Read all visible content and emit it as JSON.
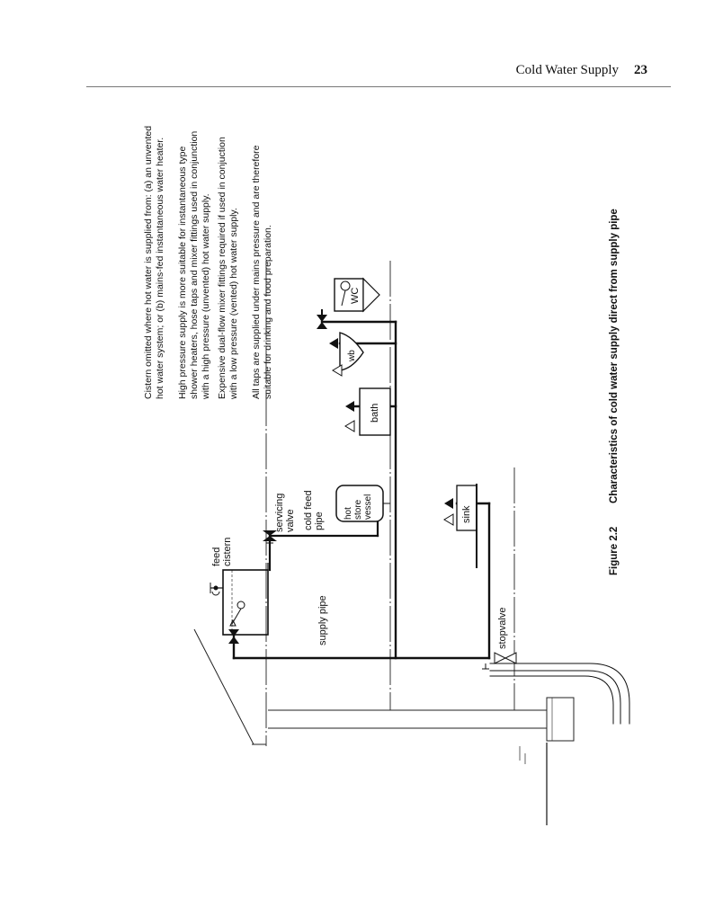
{
  "header": {
    "title": "Cold Water Supply",
    "page_number": "23"
  },
  "notes": [
    [
      "Cistern omitted where hot water is supplied from: (a) an unvented",
      "hot water system; or (b) mains-fed instantaneous water heater."
    ],
    [
      "High pressure supply is more suitable for instantaneous type",
      "shower heaters, hose taps and mixer fittings used in conjunction",
      "with a high pressure (unvented) hot water supply."
    ],
    [
      "Expensive dual-flow mixer fittings required if used in conjuction",
      "with a low pressure (vented) hot water supply."
    ],
    [
      "All taps are supplied under mains pressure and are therefore",
      "suitable for drinking and food preparation."
    ]
  ],
  "labels": {
    "feed_cistern": [
      "feed",
      "cistern"
    ],
    "servicing_valve": [
      "servicing",
      "valve"
    ],
    "cold_feed_pipe": [
      "cold feed",
      "pipe"
    ],
    "hot_store_vessel": [
      "hot",
      "store",
      "vessel"
    ],
    "supply_pipe": "supply pipe",
    "stopvalve": "stopvalve",
    "bath": "bath",
    "wb": "wb",
    "wc": "WC",
    "sink": "sink"
  },
  "caption": {
    "number": "Figure 2.2",
    "text": "Characteristics of cold water supply direct from supply pipe"
  }
}
